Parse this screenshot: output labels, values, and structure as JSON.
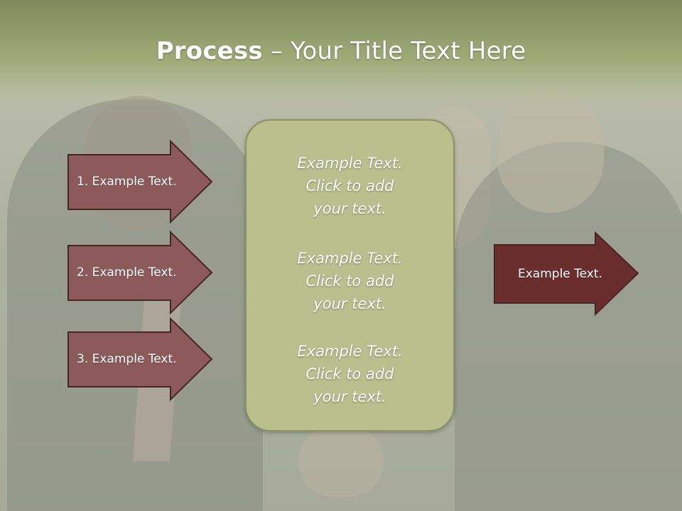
{
  "slide": {
    "title_bold": "Process",
    "title_rest": " – Your Title Text Here",
    "left_steps": [
      {
        "label": "1. Example Text."
      },
      {
        "label": "2. Example Text."
      },
      {
        "label": "3. Example Text."
      }
    ],
    "center_items": [
      {
        "text": "Example Text.\nClick  to add\nyour text."
      },
      {
        "text": "Example Text.\nClick  to add\nyour text."
      },
      {
        "text": "Example Text.\nClick  to add\nyour text."
      }
    ],
    "right_arrow": {
      "label": "Example Text."
    }
  },
  "colors": {
    "header": "#9eaa76",
    "step_arrow_fill": "#8c5a5a",
    "step_arrow_stroke": "#4a2424",
    "right_arrow_fill": "#6a2e2e",
    "center_box_fill": "#b9c08e",
    "text": "#ffffff"
  }
}
